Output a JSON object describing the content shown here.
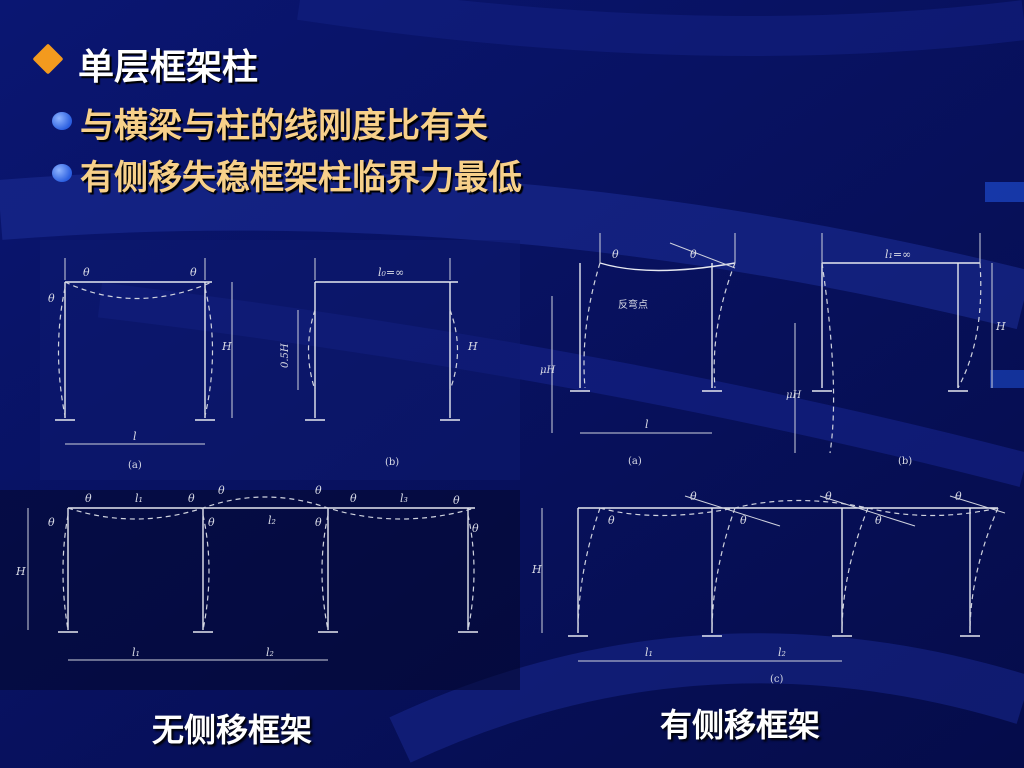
{
  "slide": {
    "title": "单层框架柱",
    "points": [
      "与横梁与柱的线刚度比有关",
      "有侧移失稳框架柱临界力最低"
    ]
  },
  "captions": {
    "no_sway": "无侧移框架",
    "sway": "有侧移框架"
  },
  "labels": {
    "theta": "θ",
    "l": "l",
    "H": "H",
    "half_H": "0.5H",
    "l0_inf": "l₀=∞",
    "l1_inf": "l₁=∞",
    "muH": "μH",
    "inflection": "反弯点",
    "l1": "l₁",
    "l2": "l₂",
    "l3": "l₃",
    "fig_a": "(a)",
    "fig_b": "(b)",
    "fig_c": "(c)"
  },
  "colors": {
    "background": "#071060",
    "bullet_diamond": "#f39a1e",
    "bullet_dot": "#2b5fe0",
    "subtext": "#f7d08a"
  }
}
